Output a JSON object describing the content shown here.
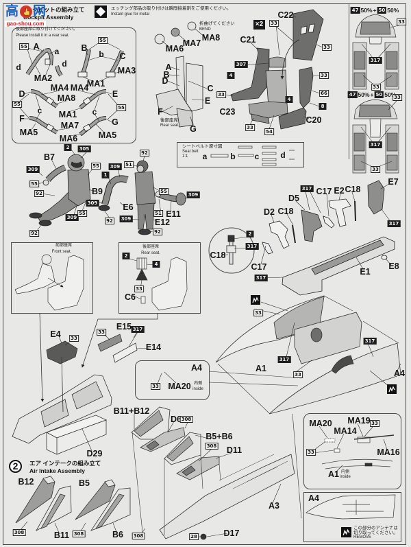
{
  "watermark": {
    "glyph_left": "高",
    "glyph_right": "网",
    "url": "gao-shou.com"
  },
  "step1": {
    "title_jp": "コックピットの組み立て",
    "title_en": "Cockpit Assembly"
  },
  "glue_note": {
    "jp": "エッチング部品の取り付けは瞬間接着剤をご使用ください。",
    "en": "Instant glue for metal"
  },
  "belt_panel": {
    "note_jp": "後部座席に取り付けてください。",
    "note_en": "Please install it in a rear seat.",
    "parts": [
      "A",
      "a",
      "d",
      "d",
      "MA2",
      "B",
      "b",
      "C",
      "MA3",
      "MA1",
      "MA4",
      "MA4",
      "D",
      "E",
      "MA8",
      "c",
      "MA1",
      "c",
      "F",
      "G",
      "MA7",
      "MA5",
      "MA6",
      "MA5"
    ],
    "color_codes": [
      "55",
      "55",
      "55",
      "55"
    ]
  },
  "rear_seat_etch": {
    "bend_jp": "折曲げてください",
    "bend_en": "BEND",
    "parts": [
      "MA8",
      "MA7",
      "MA6",
      "A",
      "B",
      "D",
      "C",
      "E",
      "F",
      "G"
    ],
    "caption_jp": "後部座席",
    "caption_en": "Rear seat."
  },
  "ejection_seat": {
    "quantity": "×2",
    "parts": [
      "C22",
      "C21",
      "C23",
      "C20"
    ],
    "color_codes": [
      "33",
      "33",
      "307",
      "4",
      "33",
      "33",
      "66",
      "4",
      "8",
      "33",
      "54"
    ]
  },
  "instrument_panels": [
    {
      "mix": {
        "code_a": "47",
        "pct_a": "50%",
        "operator": "+",
        "code_b": "50",
        "pct_b": "50%"
      },
      "color_codes": [
        "33",
        "317",
        "33"
      ]
    },
    {
      "mix": {
        "code_a": "47",
        "pct_a": "50%",
        "operator": "+",
        "code_b": "50",
        "pct_b": "50%"
      },
      "color_codes": [
        "33",
        "317",
        "33"
      ]
    }
  ],
  "pilot_figures": {
    "front": {
      "parts": [
        "B7",
        "B9"
      ],
      "color_codes": [
        "2",
        "305",
        "55",
        "309",
        "55",
        "92",
        "309",
        "55",
        "92"
      ]
    },
    "rear": {
      "parts": [
        "E6",
        "E11",
        "E12"
      ],
      "color_codes": [
        "92",
        "51",
        "309",
        "1",
        "309",
        "92",
        "55",
        "309",
        "51",
        "309",
        "92"
      ]
    }
  },
  "seat_belt_chart": {
    "title_jp": "シートベルト原寸図",
    "title_en": "Seat belt",
    "scale": "1:1",
    "parts": [
      "a",
      "b",
      "c",
      "d"
    ]
  },
  "cockpit_parts": {
    "parts": [
      "C17",
      "E2",
      "C18",
      "E7",
      "D5",
      "C18",
      "D2",
      "C17",
      "E8",
      "E1"
    ],
    "color_codes": [
      "317",
      "317",
      "317"
    ]
  },
  "c18_detail": {
    "part": "C18",
    "color_codes": [
      "2",
      "317"
    ]
  },
  "front_seat_box": {
    "caption_jp": "前部座席",
    "caption_en": "Front seat."
  },
  "rear_seat_box": {
    "caption_jp": "後部座席",
    "caption_en": "Rear seat.",
    "part": "C6",
    "color_codes": [
      "2",
      "4",
      "33"
    ]
  },
  "cockpit_tub": {
    "parts": [
      "E4",
      "E15",
      "E14",
      "D29"
    ],
    "color_codes": [
      "33",
      "33",
      "317"
    ]
  },
  "a4_inside": {
    "part": "A4",
    "etch": "MA20",
    "color_code": "33",
    "inside_jp": "内側",
    "inside_en": "inside"
  },
  "fuselage": {
    "parts": [
      "A1",
      "A4"
    ],
    "color_codes": [
      "33",
      "317",
      "317",
      "33"
    ]
  },
  "step2": {
    "number": "2",
    "title_jp": "エア インテークの組み立て",
    "title_en": "Air Intake Assembly"
  },
  "intake": {
    "parts": [
      "B12",
      "B11",
      "B5",
      "B6",
      "B11+B12",
      "D6",
      "B5+B6",
      "D11",
      "D17",
      "A3"
    ],
    "color_codes": [
      "308",
      "308",
      "308",
      "308",
      "308",
      "28"
    ]
  },
  "etch_detail": {
    "parts": [
      "MA20",
      "MA19",
      "MA14",
      "MA16"
    ],
    "color_codes": [
      "33",
      "33"
    ],
    "part": "A1",
    "inside_jp": "内側",
    "inside_en": "inside"
  },
  "remove_box": {
    "part": "A4",
    "note_jp": [
      "この部分のアンテナは",
      "切り取ってください。"
    ],
    "note_en": "REMOVE"
  }
}
